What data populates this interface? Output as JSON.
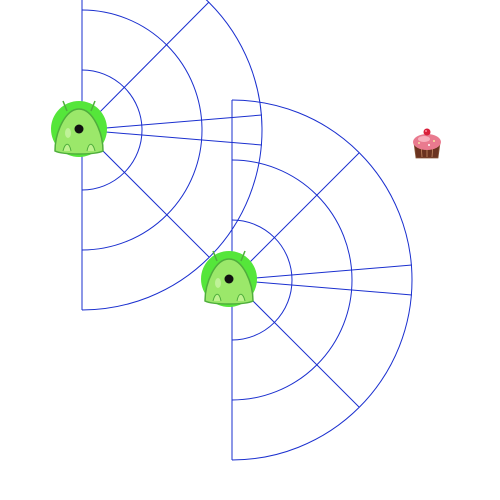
{
  "scene": {
    "background": "#ffffff",
    "sensor_color": "#1a2fcf",
    "agents": [
      {
        "icon": "slime-creature-icon",
        "body_color": "#9be86a",
        "glow_color": "#55e63a",
        "heading_deg": 2,
        "sensor_arc_count": 3,
        "sensor_span_deg": 180
      },
      {
        "icon": "slime-creature-icon",
        "body_color": "#9be86a",
        "glow_color": "#55e63a",
        "heading_deg": 2,
        "sensor_arc_count": 3,
        "sensor_span_deg": 180
      }
    ],
    "food": [
      {
        "icon": "cupcake-icon",
        "frosting_color": "#e97a8f",
        "chocolate_color": "#6b3320"
      }
    ]
  }
}
